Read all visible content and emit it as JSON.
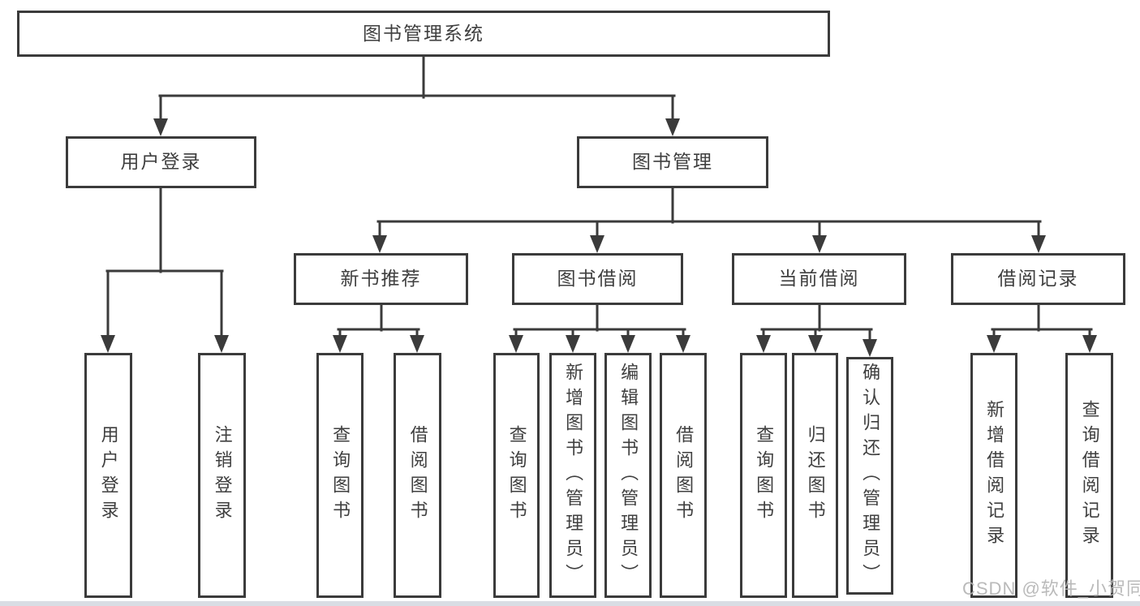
{
  "diagram": {
    "root": {
      "label": "图书管理系统"
    },
    "level2": [
      {
        "label": "用户登录"
      },
      {
        "label": "图书管理"
      }
    ],
    "level3": [
      {
        "parent": "图书管理",
        "label": "新书推荐"
      },
      {
        "parent": "图书管理",
        "label": "图书借阅"
      },
      {
        "parent": "图书管理",
        "label": "当前借阅"
      },
      {
        "parent": "图书管理",
        "label": "借阅记录"
      }
    ],
    "leaves": [
      {
        "parent": "用户登录",
        "label": "用户登录"
      },
      {
        "parent": "用户登录",
        "label": "注销登录"
      },
      {
        "parent": "新书推荐",
        "label": "查询图书"
      },
      {
        "parent": "新书推荐",
        "label": "借阅图书"
      },
      {
        "parent": "图书借阅",
        "label": "查询图书"
      },
      {
        "parent": "图书借阅",
        "label": "新增图书（管理员）"
      },
      {
        "parent": "图书借阅",
        "label": "编辑图书（管理员）"
      },
      {
        "parent": "图书借阅",
        "label": "借阅图书"
      },
      {
        "parent": "当前借阅",
        "label": "查询图书"
      },
      {
        "parent": "当前借阅",
        "label": "归还图书"
      },
      {
        "parent": "当前借阅",
        "label": "确认归还（管理员）"
      },
      {
        "parent": "借阅记录",
        "label": "新增借阅记录"
      },
      {
        "parent": "借阅记录",
        "label": "查询借阅记录"
      }
    ]
  },
  "watermark": {
    "text": "CSDN @软件_小贺同学"
  },
  "colors": {
    "background": "#ffffff",
    "line": "#3b3b3b",
    "box_border": "#3b3b3b",
    "text": "#3f3f3f",
    "watermark": "#b3b3b3"
  }
}
